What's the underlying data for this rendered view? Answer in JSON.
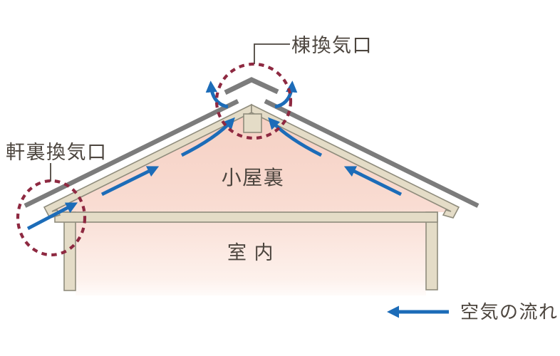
{
  "diagram": {
    "labels": {
      "ridge_vent": "棟換気口",
      "eave_vent": "軒裏換気口",
      "attic": "小屋裏",
      "room": "室 内",
      "airflow_legend": "空気の流れ"
    },
    "colors": {
      "roof_gray": "#7c7c7c",
      "structure_fill": "#e4dcc7",
      "structure_outline": "#8f8c7c",
      "arrow_blue": "#1c6cb8",
      "vent_circle": "#8e2941",
      "label_text": "#4c453e",
      "attic_pink": "#f5cfc2",
      "pink_mid": "#f9dcd2",
      "pink_light": "#fdf1ec",
      "white": "#ffffff",
      "background": "#ffffff"
    }
  }
}
